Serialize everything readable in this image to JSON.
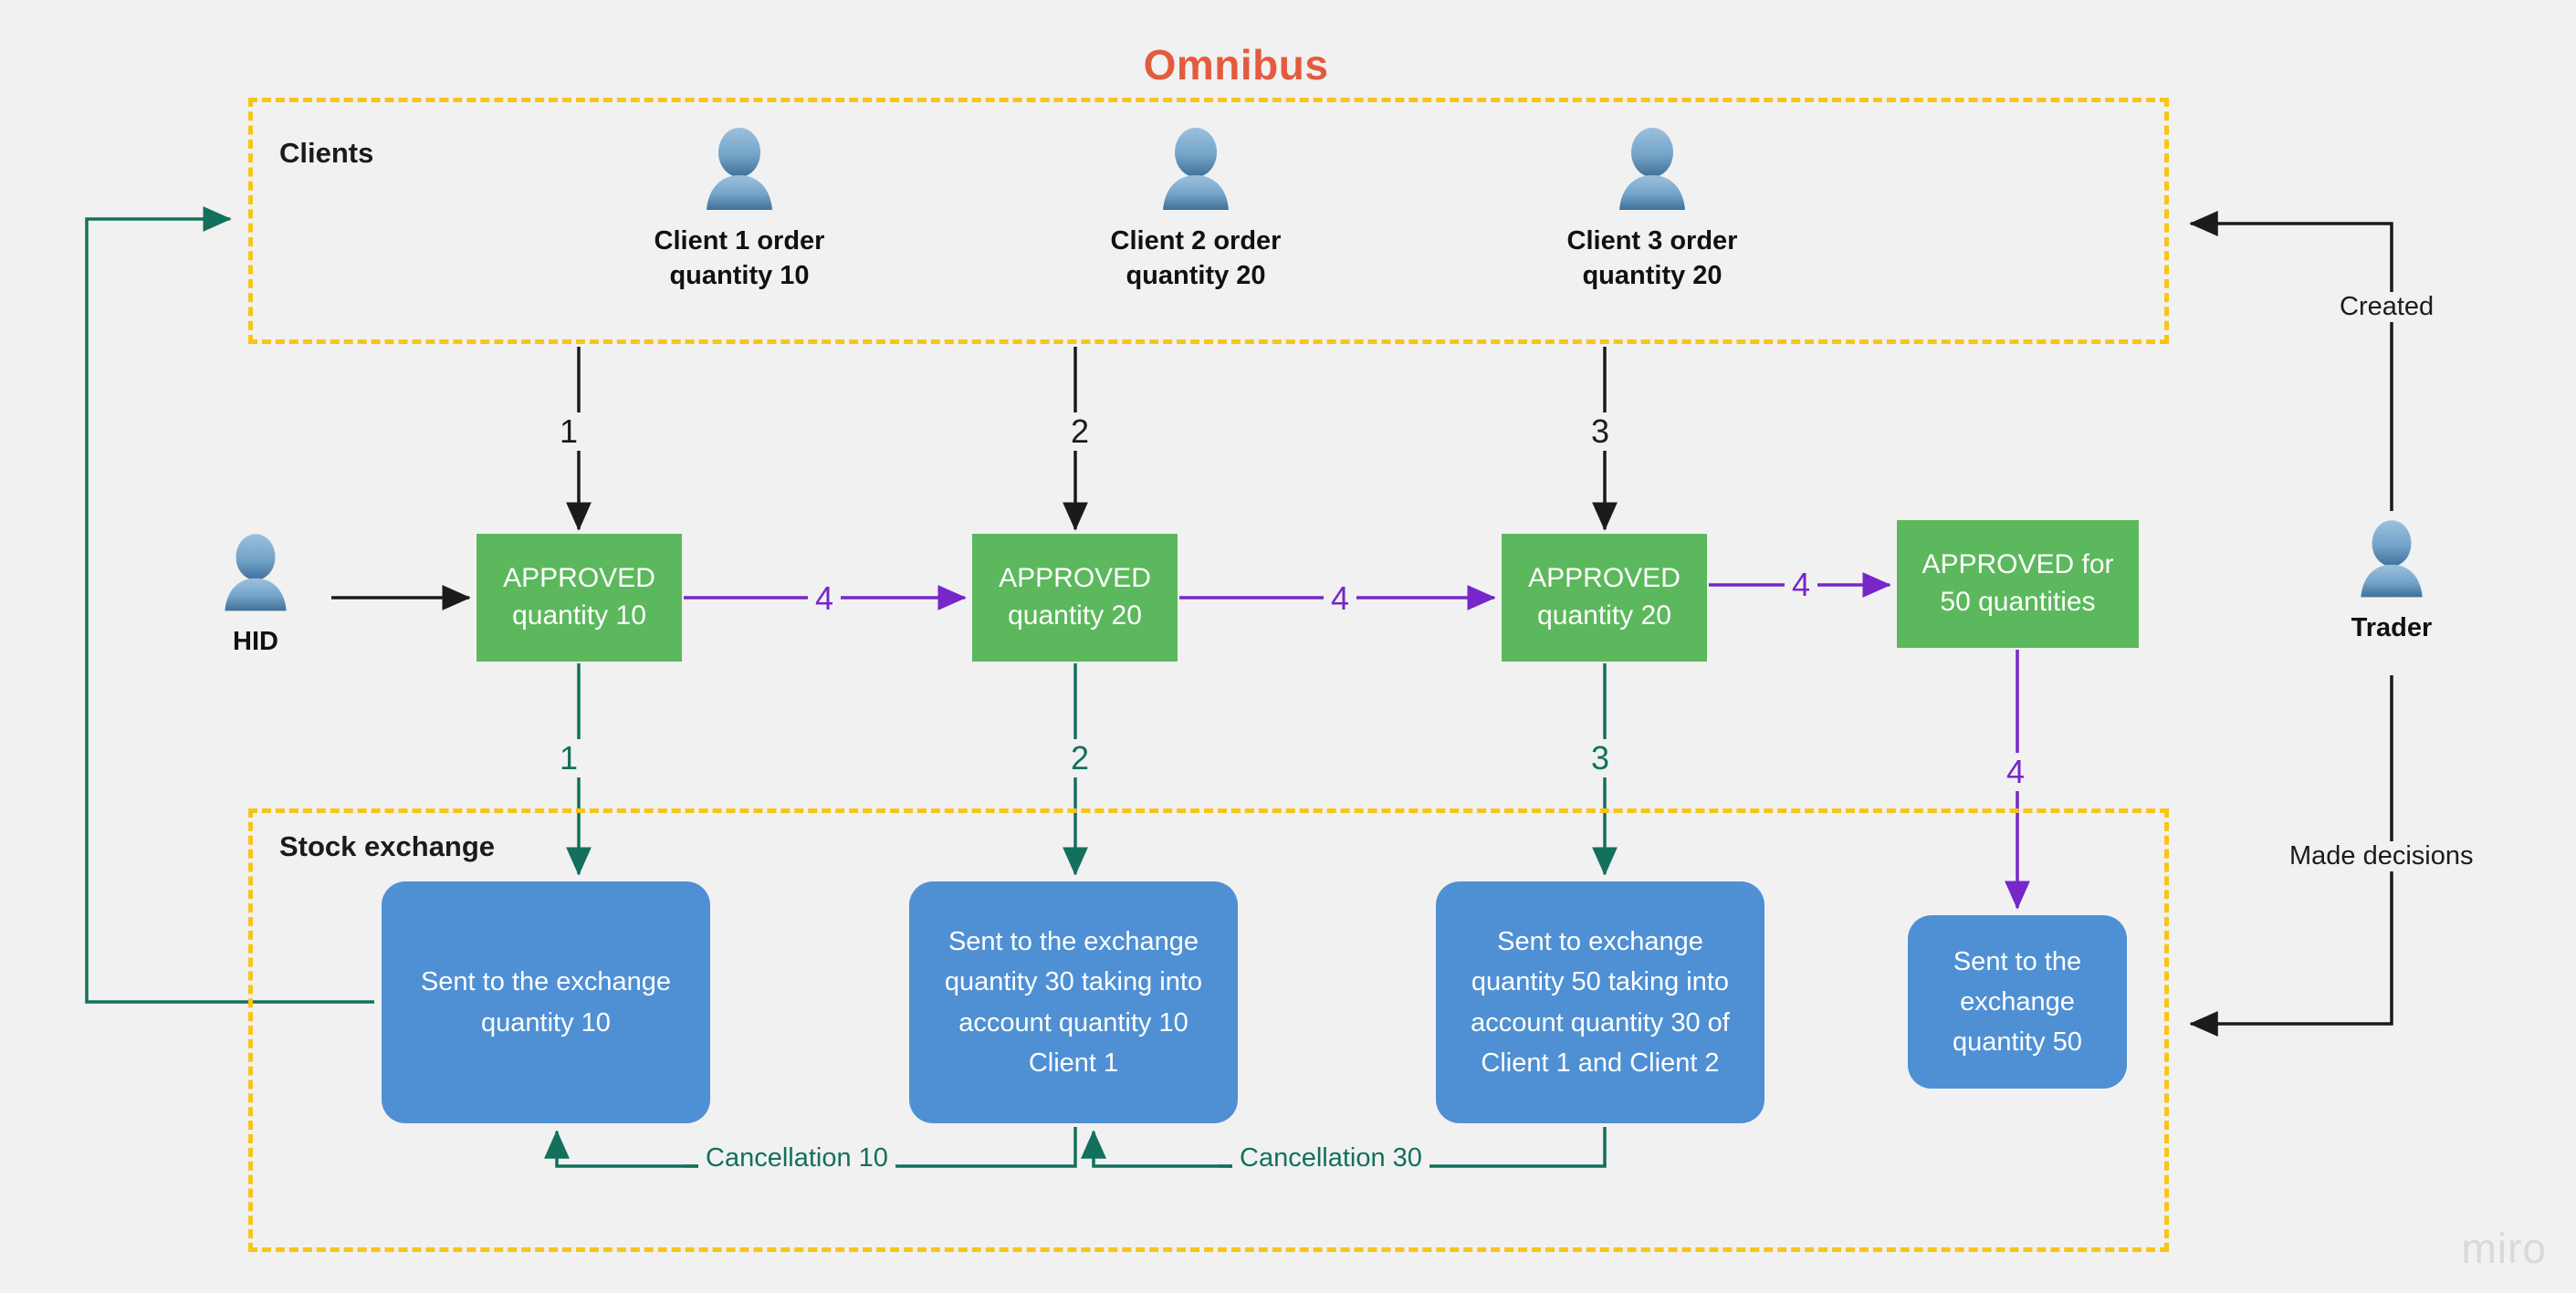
{
  "title": "Omnibus",
  "colors": {
    "accent_title": "#e35b3f",
    "group_border": "#f9c416",
    "approved_box": "#5cb85c",
    "exchange_box": "#4f90d4",
    "black_edge": "#1b1b1b",
    "green_edge": "#12705c",
    "purple_edge": "#7626c9",
    "canvas": "#f1f1f1"
  },
  "groups": {
    "omnibus_label": "Clients",
    "exchange_label": "Stock exchange"
  },
  "actors": {
    "clients": [
      {
        "icon": "person-icon",
        "label": "Client 1 order\nquantity 10"
      },
      {
        "icon": "person-icon",
        "label": "Client 2 order\nquantity 20"
      },
      {
        "icon": "person-icon",
        "label": "Client 3 order\nquantity 20"
      }
    ],
    "hid": {
      "icon": "person-icon",
      "label": "HID"
    },
    "trader": {
      "icon": "person-icon",
      "label": "Trader"
    }
  },
  "approved_nodes": [
    {
      "text": "APPROVED\nquantity 10"
    },
    {
      "text": "APPROVED\nquantity 20"
    },
    {
      "text": "APPROVED\nquantity 20"
    },
    {
      "text": "APPROVED for\n50 quantities"
    }
  ],
  "exchange_nodes": [
    {
      "text": "Sent to the exchange\nquantity 10"
    },
    {
      "text": "Sent to the exchange\nquantity 30 taking into\naccount quantity 10\nClient 1"
    },
    {
      "text": "Sent to exchange\nquantity 50 taking into\naccount quantity 30 of\nClient 1 and Client 2"
    },
    {
      "text": "Sent to the\nexchange\nquantity 50"
    }
  ],
  "edge_labels": {
    "client_to_approved": [
      "1",
      "2",
      "3"
    ],
    "approved_to_exchange": [
      "1",
      "2",
      "3",
      "4"
    ],
    "approved_chain": [
      "4",
      "4",
      "4"
    ],
    "trader_created": "Created",
    "trader_decisions": "Made decisions",
    "cancellation_10": "Cancellation 10",
    "cancellation_30": "Cancellation 30"
  },
  "watermark": "miro"
}
